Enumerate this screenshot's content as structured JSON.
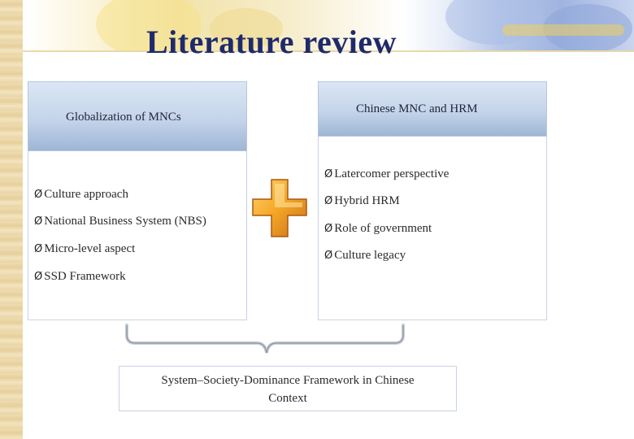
{
  "slide": {
    "title": "Literature review"
  },
  "left_panel": {
    "header": "Globalization of MNCs",
    "bullets": [
      "Culture approach",
      "National Business System (NBS)",
      "Micro-level aspect",
      "SSD Framework"
    ]
  },
  "right_panel": {
    "header": "Chinese MNC and HRM",
    "bullets": [
      "Latercomer perspective",
      "Hybrid HRM",
      "Role of government",
      "Culture legacy"
    ]
  },
  "bullet_glyph": "Ø",
  "result": {
    "line1": "System–Society-Dominance Framework in Chinese",
    "line2": "Context"
  },
  "icons": {
    "combine": "plus-icon",
    "merge": "bracket-icon"
  },
  "colors": {
    "title": "#1f2a6b",
    "header_bg": "#c4d4ea",
    "plus": "#f0a020"
  }
}
